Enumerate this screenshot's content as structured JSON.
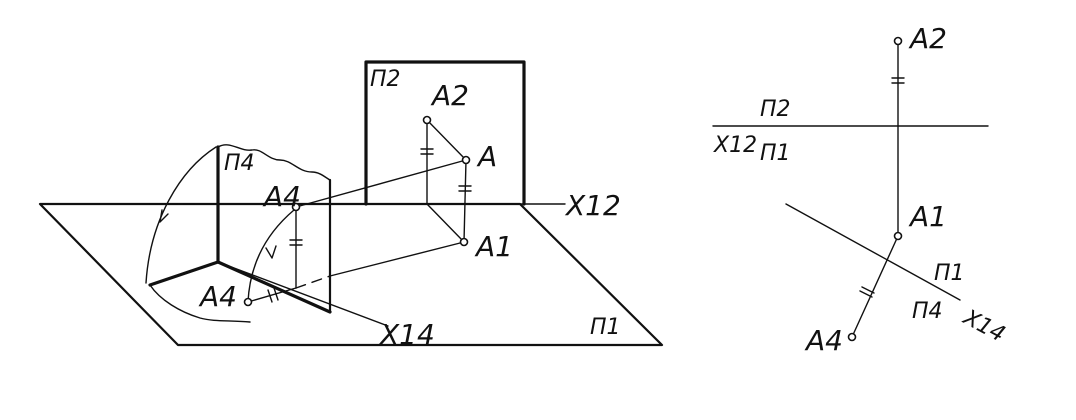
{
  "left": {
    "plane_p2": "П2",
    "plane_p4": "П4",
    "plane_p1": "П1",
    "point_a": "A",
    "point_a1": "A1",
    "point_a2": "A2",
    "point_a4_upper": "A4",
    "point_a4_lower": "A4",
    "axis_x12": "X12",
    "axis_x14": "X14"
  },
  "right": {
    "point_a2": "A2",
    "point_a1": "A1",
    "point_a4": "A4",
    "plane_p2": "П2",
    "plane_p1_top": "П1",
    "plane_p1_bottom": "П1",
    "plane_p4": "П4",
    "axis_x12": "X12",
    "axis_x14": "X14"
  },
  "colors": {
    "ink": "#111111",
    "paper": "#ffffff"
  }
}
